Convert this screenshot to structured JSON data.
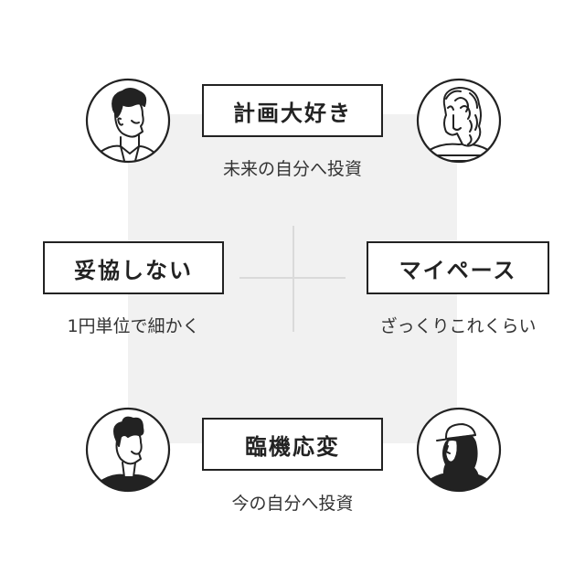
{
  "center": {
    "top": {
      "title": "計画大好き",
      "caption": "未来の自分へ投資"
    },
    "left": {
      "title": "妥協しない",
      "caption": "1円単位で細かく"
    },
    "right": {
      "title": "マイペース",
      "caption": "ざっくりこれくらい"
    },
    "bottom": {
      "title": "臨機応変",
      "caption": "今の自分へ投資"
    }
  },
  "avatars": [
    {
      "icon": "man-short-hair-avatar-icon"
    },
    {
      "icon": "woman-curly-hair-avatar-icon"
    },
    {
      "icon": "man-curly-hair-avatar-icon"
    },
    {
      "icon": "woman-cap-avatar-icon"
    }
  ],
  "colors": {
    "ink": "#222222",
    "quadrant_bg": "#f1f1f1",
    "axis": "#dadada"
  }
}
